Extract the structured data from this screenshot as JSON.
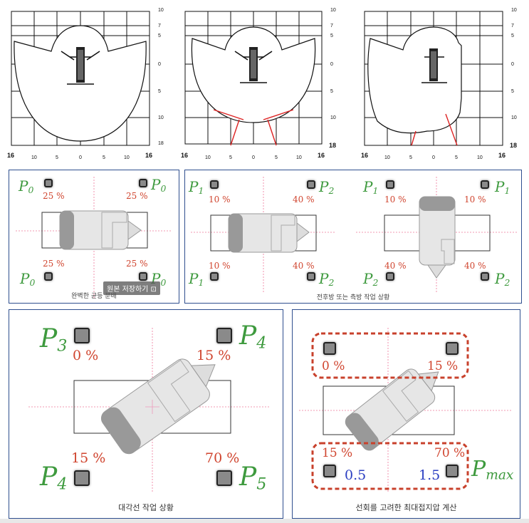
{
  "top_charts": [
    {
      "y_ticks": [
        "10",
        "7",
        "5",
        "0",
        "5",
        "10",
        "18"
      ],
      "x_ticks": [
        "16",
        "10",
        "5",
        "0",
        "5",
        "10",
        "16"
      ],
      "y_bottom": ""
    },
    {
      "y_ticks": [
        "10",
        "7",
        "5",
        "0",
        "5",
        "10"
      ],
      "x_ticks": [
        "16",
        "10",
        "5",
        "0",
        "5",
        "10",
        "16"
      ],
      "y_bottom": "18"
    },
    {
      "y_ticks": [
        "10",
        "7",
        "5",
        "0",
        "5",
        "10"
      ],
      "x_ticks": [
        "16",
        "10",
        "5",
        "0",
        "5",
        "10",
        "16"
      ],
      "y_bottom": "18"
    }
  ],
  "panel1": {
    "caption": "완벽한 균등 분배",
    "labels": {
      "tl": "P",
      "tl_sub": "0",
      "tr": "P",
      "tr_sub": "0",
      "bl": "P",
      "bl_sub": "0",
      "br": "P",
      "br_sub": "0"
    },
    "percents": {
      "tl": "25 %",
      "tr": "25 %",
      "bl": "25 %",
      "br": "25 %"
    },
    "overlay": "원본 저장하기 ⊡"
  },
  "panel2": {
    "caption": "전후방 또는 측방 작업 상황",
    "left": {
      "tl": "P",
      "tl_sub": "1",
      "tr": "P",
      "tr_sub": "2",
      "bl": "P",
      "bl_sub": "1",
      "br": "P",
      "br_sub": "2",
      "p_tl": "10 %",
      "p_tr": "40 %",
      "p_bl": "10 %",
      "p_br": "40 %"
    },
    "right": {
      "tl": "P",
      "tl_sub": "1",
      "tr": "P",
      "tr_sub": "1",
      "bl": "P",
      "bl_sub": "2",
      "br": "P",
      "br_sub": "2",
      "p_tl": "10 %",
      "p_tr": "10 %",
      "p_bl": "40 %",
      "p_br": "40 %"
    }
  },
  "panel3": {
    "caption": "대각선 작업 상황",
    "labels": {
      "tl": "P",
      "tl_sub": "3",
      "tr": "P",
      "tr_sub": "4",
      "bl": "P",
      "bl_sub": "4",
      "br": "P",
      "br_sub": "5"
    },
    "percents": {
      "tl": "0 %",
      "tr": "15 %",
      "bl": "15 %",
      "br": "70 %"
    }
  },
  "panel4": {
    "caption": "선회를 고려한 최대접지압 계산",
    "percents": {
      "tl": "0 %",
      "tr": "15 %",
      "bl": "15 %",
      "br": "70 %"
    },
    "factors": {
      "left": "0.5",
      "right": "1.5"
    },
    "pmax": "P",
    "pmax_sub": "max"
  }
}
